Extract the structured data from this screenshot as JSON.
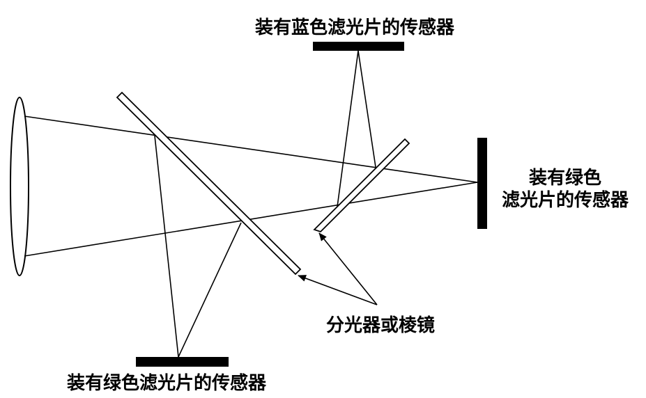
{
  "labels": {
    "top_sensor": "装有蓝色滤光片的传感器",
    "right_sensor_line1": "装有绿色",
    "right_sensor_line2": "滤光片的传感器",
    "splitter": "分光器或棱镜",
    "bottom_sensor": "装有绿色滤光片的传感器"
  },
  "colors": {
    "ink": "#000000",
    "background": "#ffffff"
  }
}
